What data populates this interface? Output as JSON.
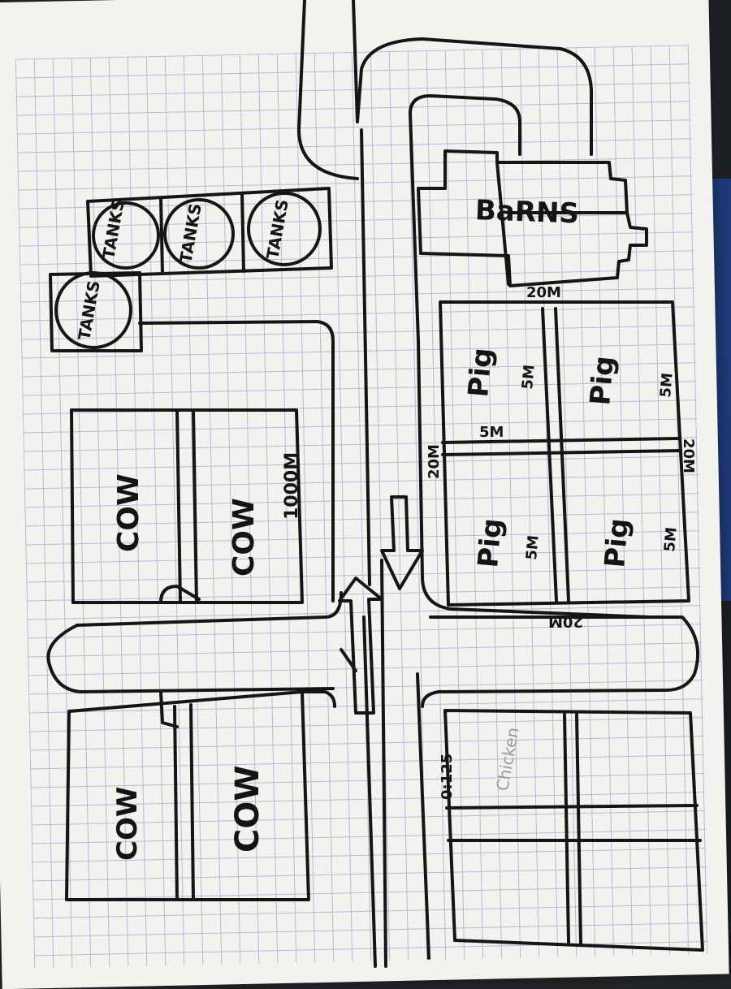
{
  "sketch": {
    "tanks": [
      "TANKS",
      "TANKS",
      "TANKS",
      "TANKS"
    ],
    "barns_label": "BaRNS",
    "pig_label": "Pig",
    "pen_size": "5M",
    "side_20m": "20M",
    "side_1000m": "1000M",
    "cow_label": "COW",
    "chicken_label": "Chicken",
    "chicken_ratio": "0:125"
  },
  "colors": {
    "paper": "#f3f2ef",
    "grid_lines": "#9aa9d6",
    "ink": "#151515",
    "background": "#232629",
    "cloth": "#1f3a78"
  }
}
